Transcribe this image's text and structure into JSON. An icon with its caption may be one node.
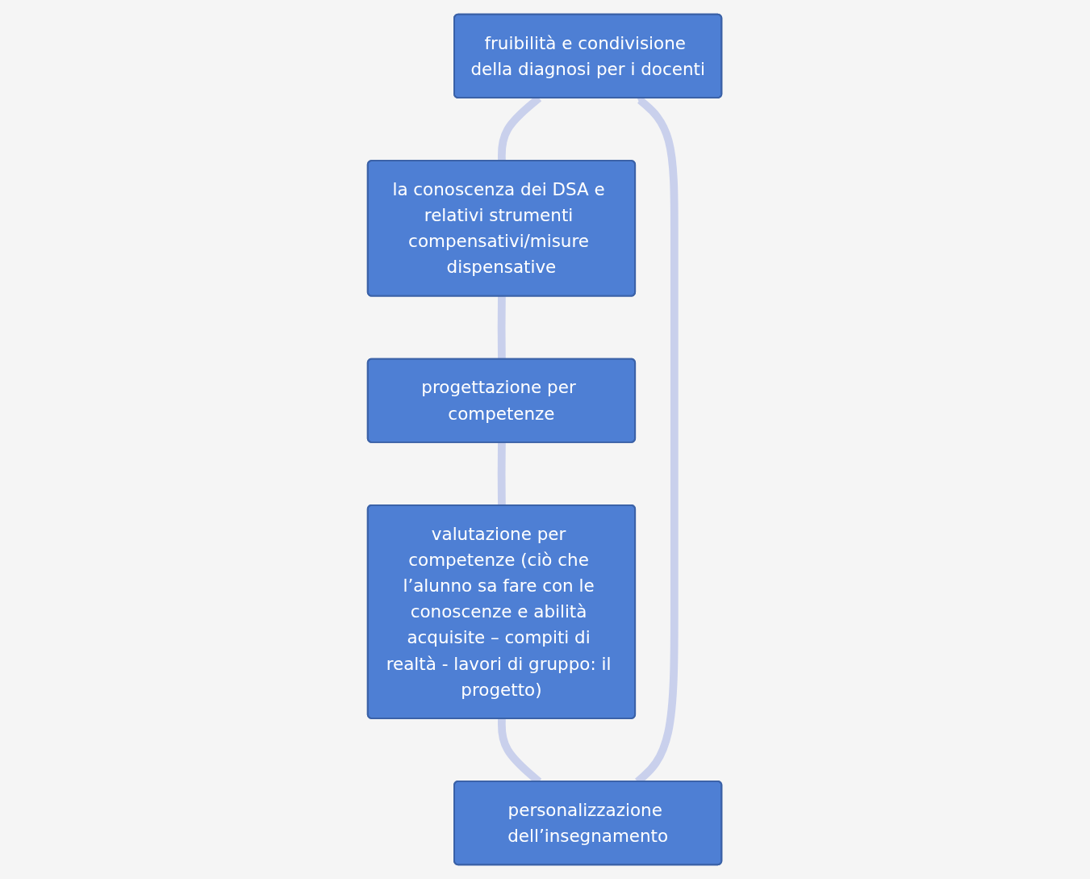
{
  "diagram": {
    "nodes": [
      {
        "text": [
          "fruibilità e condivisione della diagnosi per i docenti"
        ]
      },
      {
        "text": [
          "la conoscenza dei DSA e relativi strumenti compensativi/misure dispensative"
        ]
      },
      {
        "text": [
          "personalizzazione dell’insegnamento"
        ]
      },
      {
        "text": [
          "progettazione per competenze"
        ]
      },
      {
        "text": [
          "valutazione per competenze (ciò che l’alunno sa fare con le conoscenze e abilità acquisite – compiti di realtà - lavori di gruppo: il progetto)"
        ]
      }
    ],
    "edges": [
      {
        "from": 0,
        "to": 1,
        "arrow": "none"
      },
      {
        "from": 1,
        "to": 3,
        "arrow": "none"
      },
      {
        "from": 3,
        "to": 4,
        "arrow": "none"
      },
      {
        "from": 4,
        "to": 2,
        "arrow": "none"
      },
      {
        "from": 2,
        "to": 0,
        "arrow": "to"
      }
    ]
  }
}
